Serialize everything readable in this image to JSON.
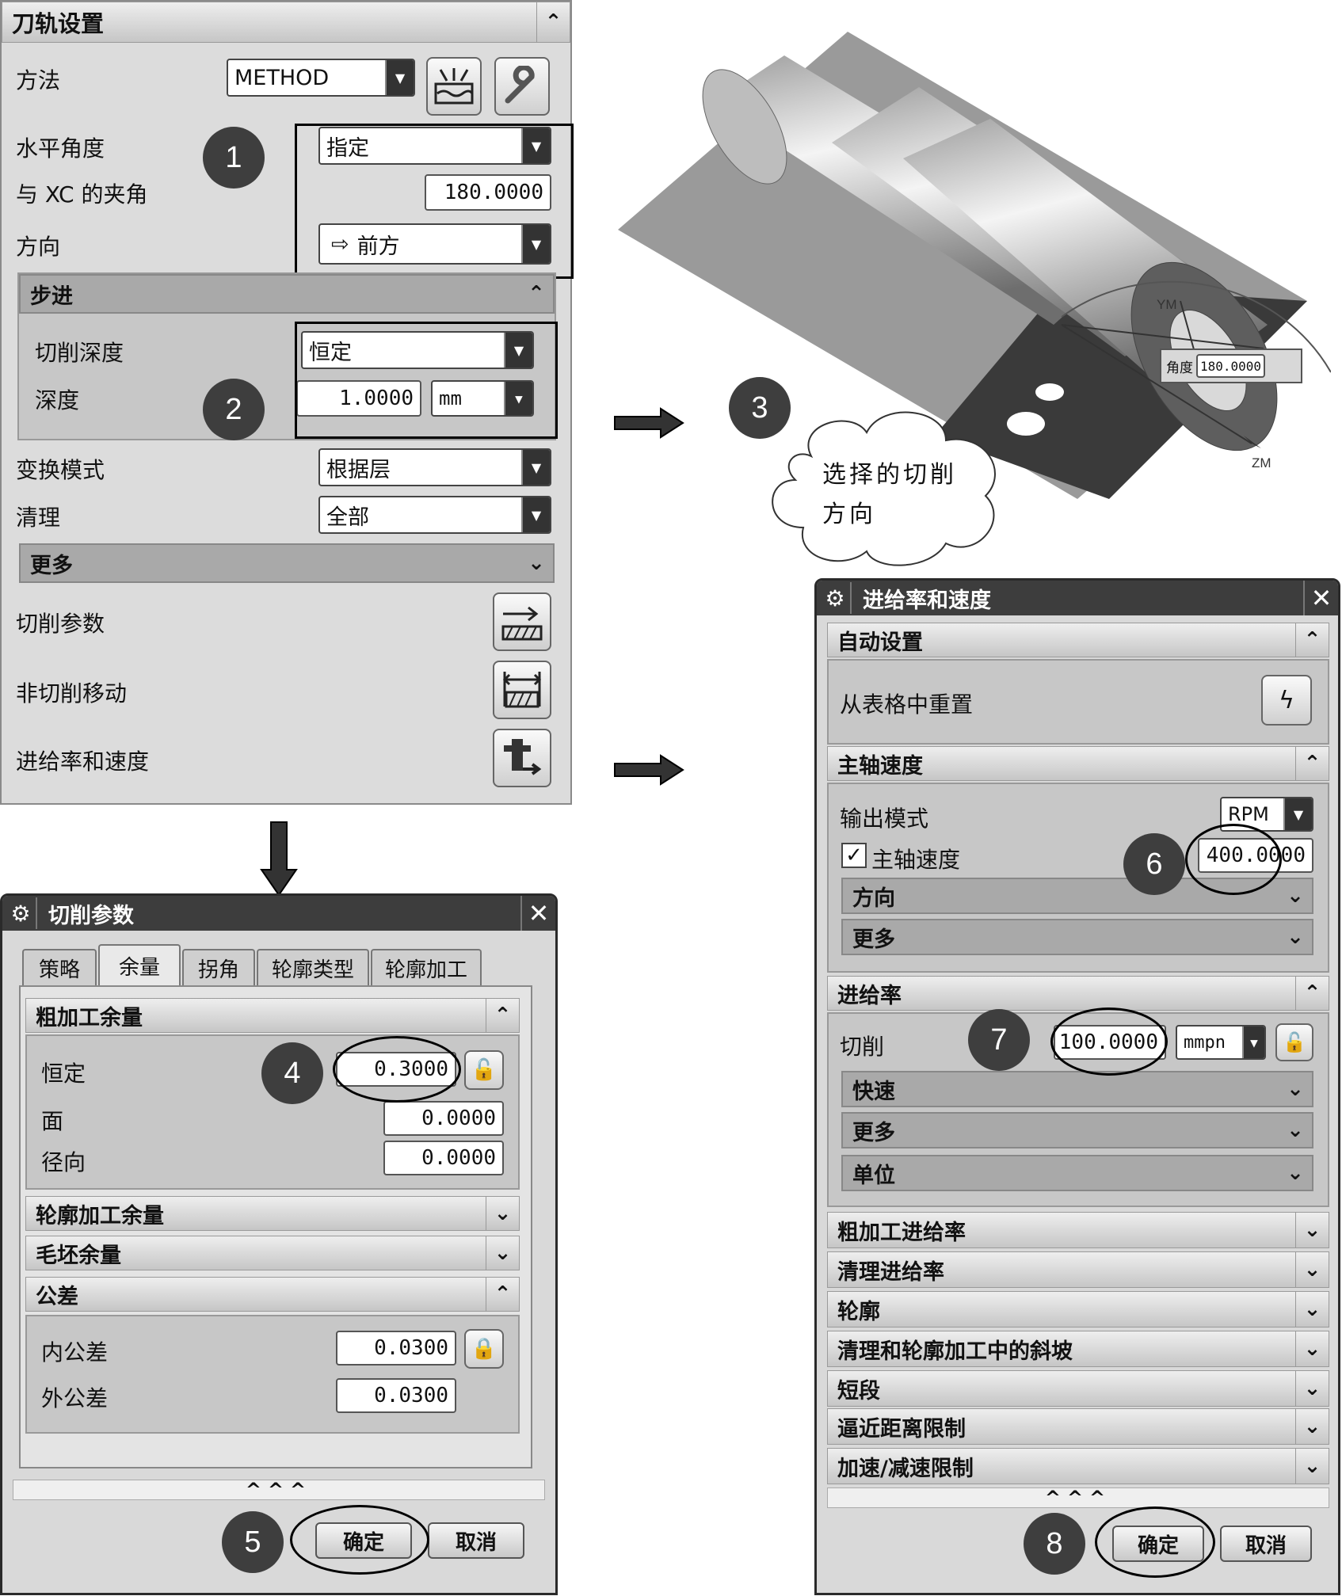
{
  "toolpath": {
    "title": "刀轨设置",
    "method_label": "方法",
    "method_value": "METHOD",
    "h_angle_label": "水平角度",
    "h_angle_value": "指定",
    "xc_label": "与 XC 的夹角",
    "xc_value": "180.0000",
    "dir_label": "方向",
    "dir_value": "前方",
    "step_title": "步进",
    "cut_depth_label": "切削深度",
    "cut_depth_value": "恒定",
    "depth_label": "深度",
    "depth_value": "1.0000",
    "depth_unit": "mm",
    "transform_label": "变换模式",
    "transform_value": "根据层",
    "clean_label": "清理",
    "clean_value": "全部",
    "more_label": "更多",
    "cut_params_label": "切削参数",
    "noncut_label": "非切削移动",
    "feeds_label": "进给率和速度"
  },
  "callout": {
    "line1": "选择的切削",
    "line2": "方向",
    "ym": "YM",
    "zm": "ZM",
    "angle_label": "角度",
    "angle_value": "180.0000"
  },
  "cutparams": {
    "title": "切削参数",
    "tabs": [
      "策略",
      "余量",
      "拐角",
      "轮廓类型",
      "轮廓加工"
    ],
    "rough_title": "粗加工余量",
    "const_label": "恒定",
    "const_value": "0.3000",
    "face_label": "面",
    "face_value": "0.0000",
    "radial_label": "径向",
    "radial_value": "0.0000",
    "contour_title": "轮廓加工余量",
    "blank_title": "毛坯余量",
    "tol_title": "公差",
    "in_tol_label": "内公差",
    "in_tol_value": "0.0300",
    "out_tol_label": "外公差",
    "out_tol_value": "0.0300",
    "carets": "^^^",
    "ok": "确定",
    "cancel": "取消"
  },
  "feeds": {
    "title": "进给率和速度",
    "auto_title": "自动设置",
    "reset_label": "从表格中重置",
    "spindle_title": "主轴速度",
    "out_mode_label": "输出模式",
    "out_mode_value": "RPM",
    "spindle_label": "主轴速度",
    "spindle_value": "400.0000",
    "dir_title": "方向",
    "more1": "更多",
    "feed_title": "进给率",
    "cut_label": "切削",
    "cut_value": "100.0000",
    "cut_unit": "mmpn",
    "rapid": "快速",
    "more2": "更多",
    "unit": "单位",
    "sections": [
      "粗加工进给率",
      "清理进给率",
      "轮廓",
      "清理和轮廓加工中的斜坡",
      "短段",
      "逼近距离限制",
      "加速/减速限制"
    ],
    "carets": "^^^",
    "ok": "确定",
    "cancel": "取消"
  },
  "badges": [
    "1",
    "2",
    "3",
    "4",
    "5",
    "6",
    "7",
    "8"
  ]
}
